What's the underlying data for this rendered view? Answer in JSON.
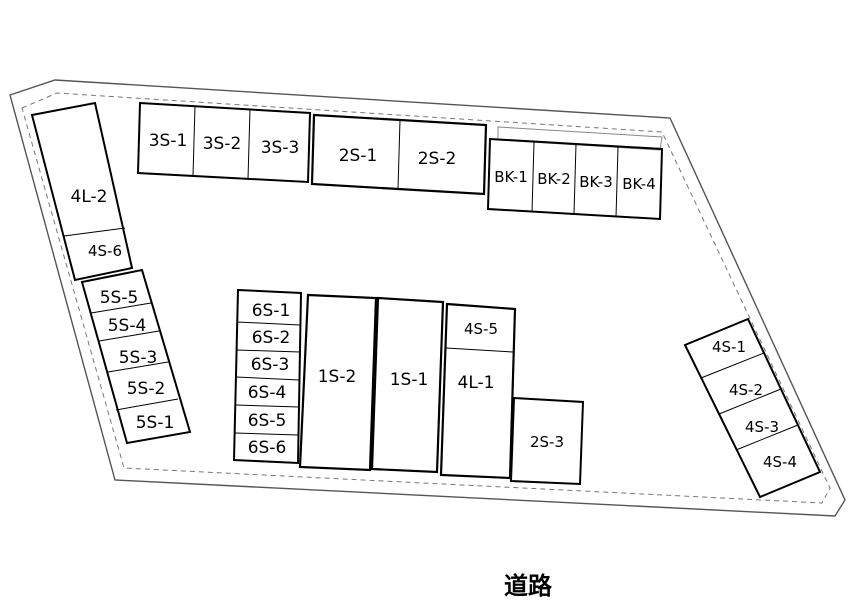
{
  "road_label": "道路",
  "units": {
    "s3_1": "3S-1",
    "s3_2": "3S-2",
    "s3_3": "3S-3",
    "s2_1": "2S-1",
    "s2_2": "2S-2",
    "bk1": "BK-1",
    "bk2": "BK-2",
    "bk3": "BK-3",
    "bk4": "BK-4",
    "l4_2": "4L-2",
    "s4_6": "4S-6",
    "s5_5": "5S-5",
    "s5_4": "5S-4",
    "s5_3": "5S-3",
    "s5_2": "5S-2",
    "s5_1": "5S-1",
    "s6_1": "6S-1",
    "s6_2": "6S-2",
    "s6_3": "6S-3",
    "s6_4": "6S-4",
    "s6_5": "6S-5",
    "s6_6": "6S-6",
    "s1_2": "1S-2",
    "s1_1": "1S-1",
    "s4_5": "4S-5",
    "l4_1": "4L-1",
    "s2_3": "2S-3",
    "s4_1": "4S-1",
    "s4_2": "4S-2",
    "s4_3": "4S-3",
    "s4_4": "4S-4"
  }
}
